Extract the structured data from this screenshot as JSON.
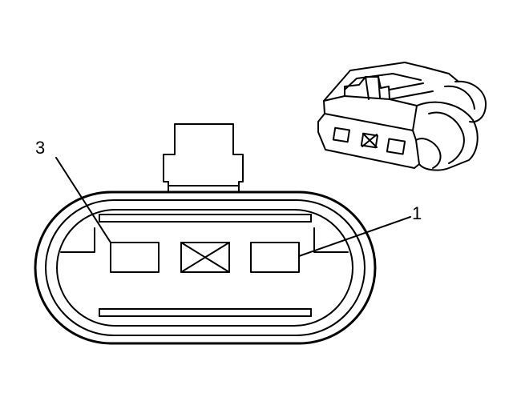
{
  "callouts": {
    "terminal_3": "3",
    "terminal_1": "1"
  },
  "colors": {
    "line": "#000000",
    "background": "#ffffff"
  },
  "icons": {
    "blocked_cavity": "x-box",
    "perspective_view": "connector-body"
  }
}
